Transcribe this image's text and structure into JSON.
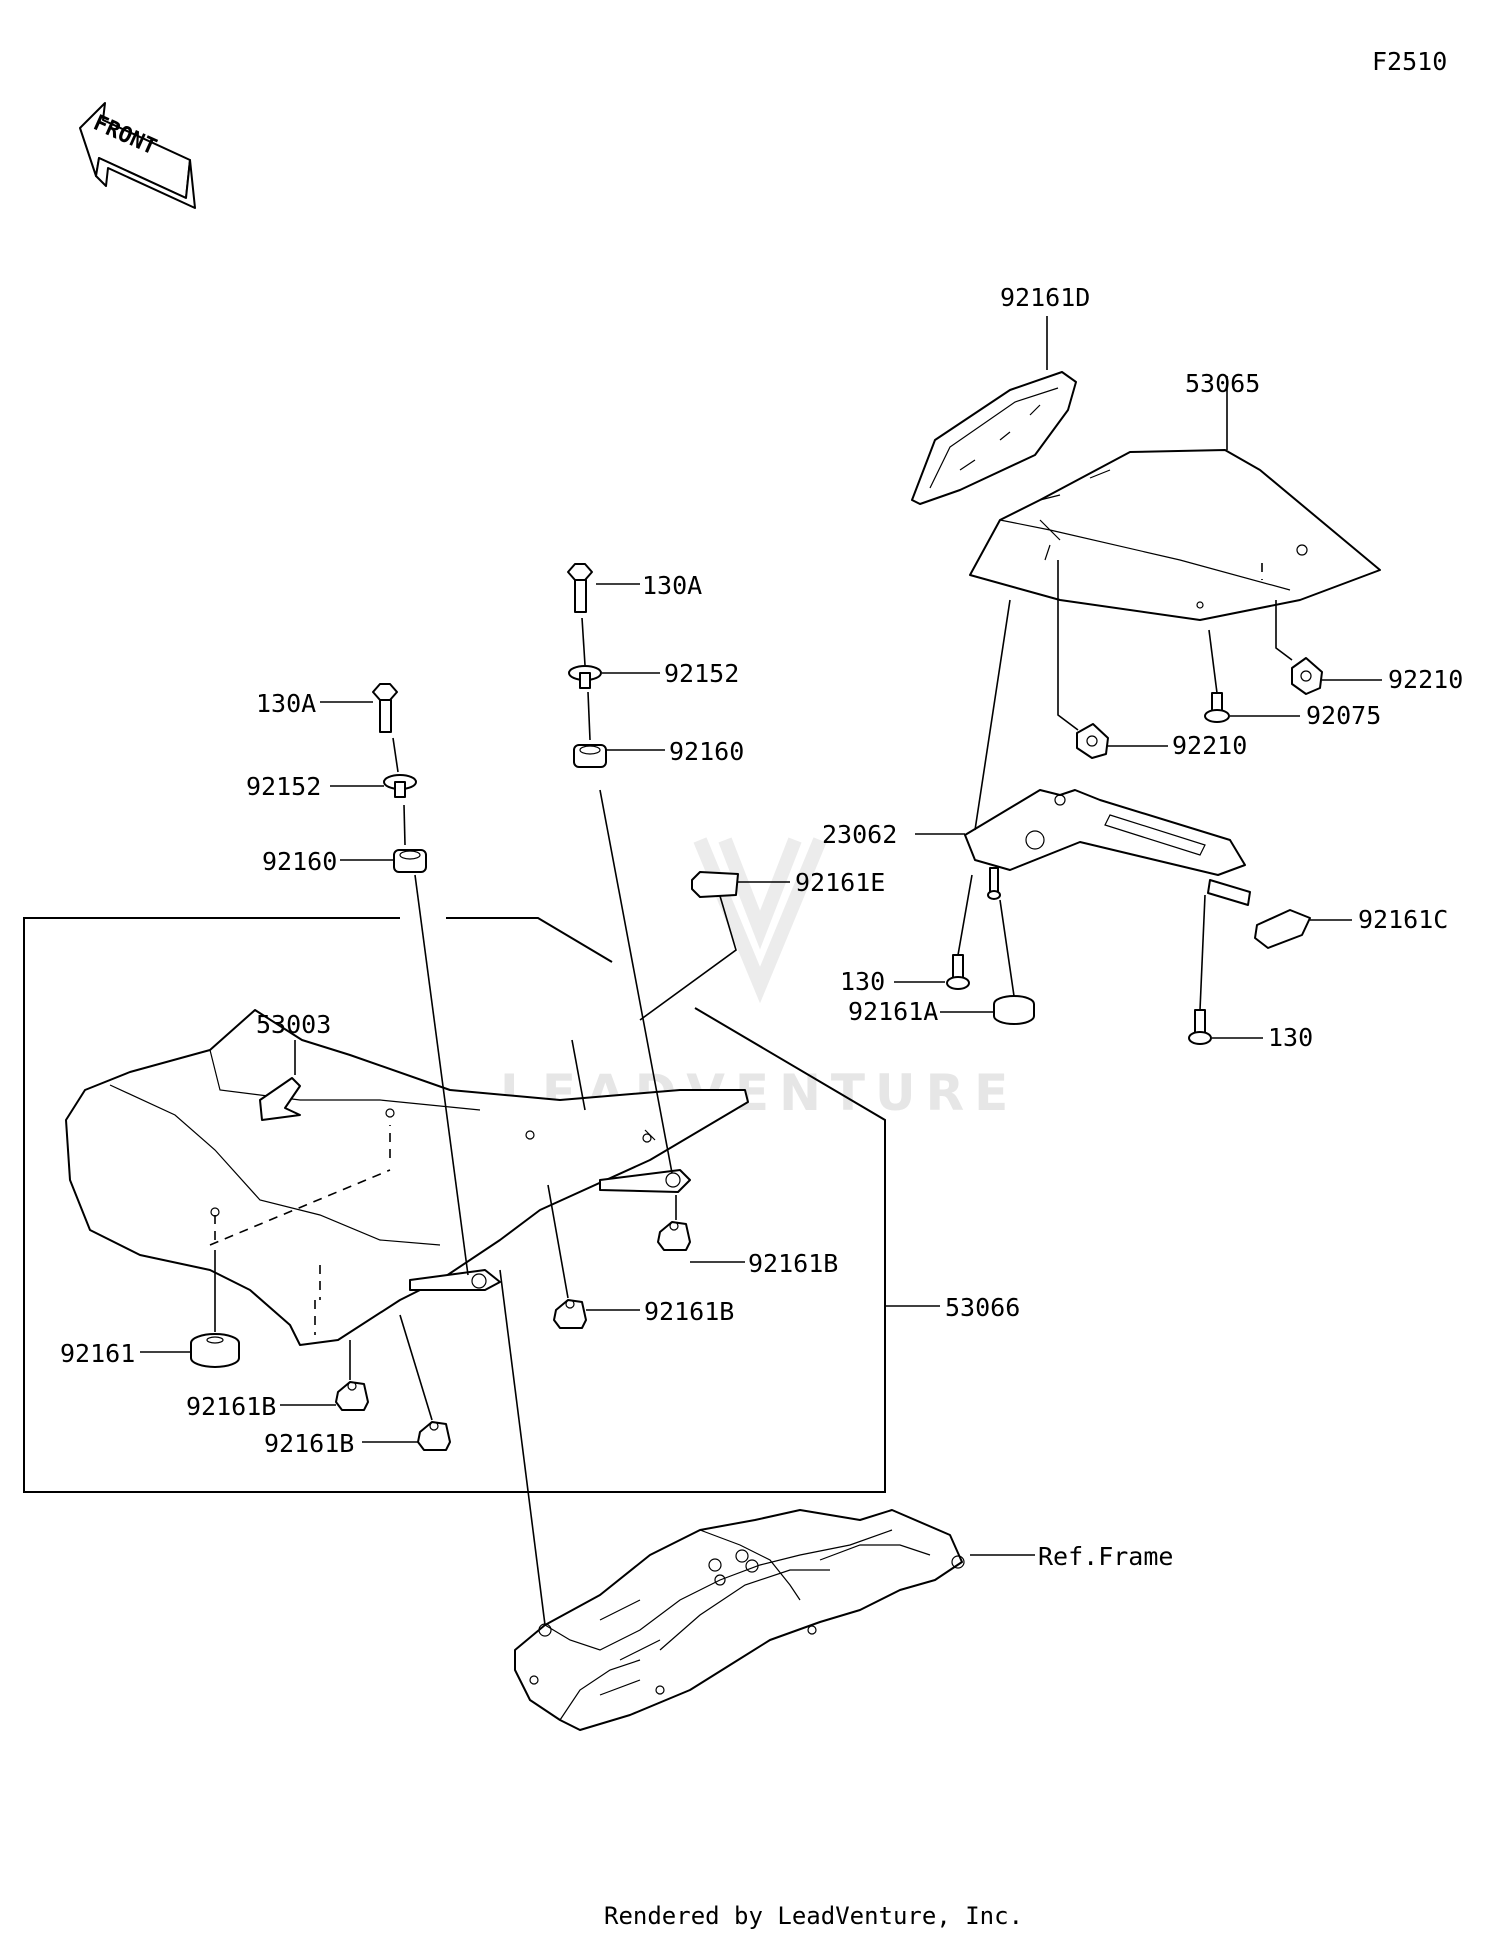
{
  "figure_code": "F2510",
  "front_arrow_label": "FRONT",
  "watermark_text": "LEADVENTURE",
  "footer": "Rendered by LeadVenture, Inc.",
  "labels": {
    "p92161D": "92161D",
    "p53065": "53065",
    "p130A_r": "130A",
    "p92152_r": "92152",
    "p92160_r": "92160",
    "p130A_l": "130A",
    "p92152_l": "92152",
    "p92160_l": "92160",
    "p92161E": "92161E",
    "p92210_top": "92210",
    "p92075": "92075",
    "p92210_mid": "92210",
    "p23062": "23062",
    "p92161C": "92161C",
    "p130_l": "130",
    "p130_r": "130",
    "p92161A": "92161A",
    "p53003": "53003",
    "p92161B_r": "92161B",
    "p92161B_m": "92161B",
    "p53066": "53066",
    "p92161": "92161",
    "p92161B_l1": "92161B",
    "p92161B_l2": "92161B",
    "ref_frame": "Ref.Frame"
  }
}
